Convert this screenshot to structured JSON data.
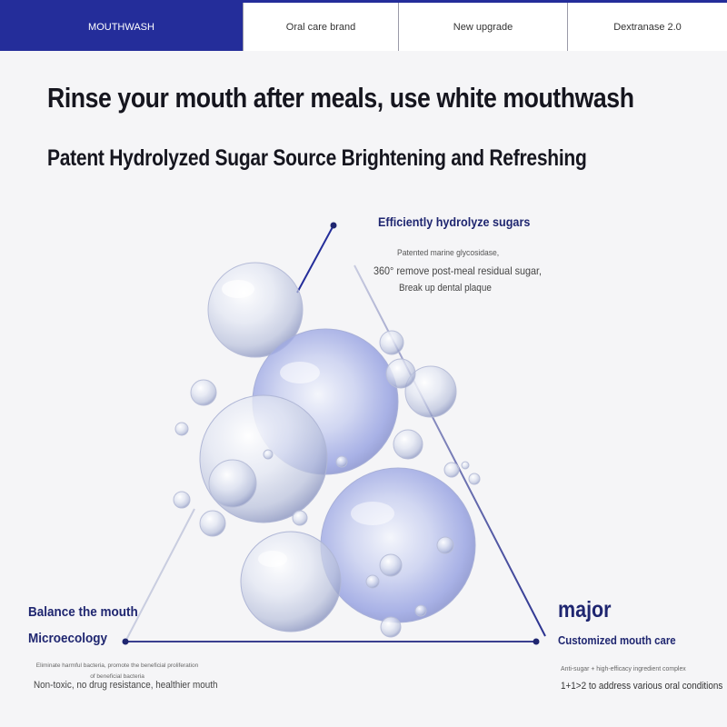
{
  "nav": {
    "tabs": [
      {
        "label": "MOUTHWASH",
        "active": true
      },
      {
        "label": "Oral care brand",
        "active": false
      },
      {
        "label": "New upgrade",
        "active": false
      },
      {
        "label": "Dextranase 2.0",
        "active": false
      }
    ]
  },
  "headline": "Rinse your mouth after meals, use white mouthwash",
  "subheadline": "Patent Hydrolyzed Sugar Source Brightening and Refreshing",
  "point_top": {
    "title": "Efficiently hydrolyze sugars",
    "line1": "Patented marine glycosidase,",
    "line2": "360° remove post-meal residual sugar,",
    "line3": "Break up dental plaque"
  },
  "point_left": {
    "title1": "Balance the mouth",
    "title2": "Microecology",
    "small": "Eliminate harmful bacteria, promote the beneficial proliferation of beneficial bacteria",
    "line": "Non-toxic, no drug resistance, healthier mouth"
  },
  "point_right": {
    "title1": "major",
    "title2": "Customized mouth care",
    "small": "Anti-sugar + high-efficacy ingredient complex",
    "line": "1+1>2 to address various oral conditions"
  },
  "colors": {
    "accent": "#242d9a",
    "heading": "#1f2670",
    "background": "#f5f5f7"
  }
}
